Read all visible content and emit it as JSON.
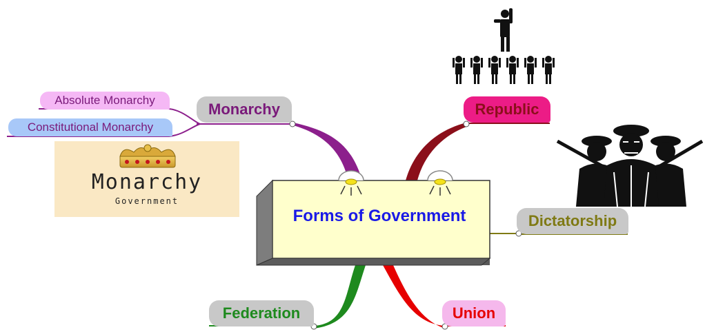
{
  "central_topic": "Forms of Government",
  "branches": {
    "monarchy": {
      "label": "Monarchy",
      "color": "#7a1a7a",
      "children": [
        {
          "label": "Absolute Monarchy"
        },
        {
          "label": "Constitutional Monarchy"
        }
      ]
    },
    "republic": {
      "label": "Republic",
      "color": "#8b0f1a"
    },
    "dictatorship": {
      "label": "Dictatorship",
      "color": "#7f7a14"
    },
    "federation": {
      "label": "Federation",
      "color": "#1e8a1e"
    },
    "union": {
      "label": "Union",
      "color": "#e60000"
    }
  },
  "images": {
    "monarchy": {
      "title": "Monarchy",
      "subtitle": "Government",
      "icon": "crown-icon"
    },
    "republic": {
      "icon": "leader-and-crowd-icon"
    },
    "dictatorship": {
      "icon": "armed-soldiers-icon"
    }
  }
}
